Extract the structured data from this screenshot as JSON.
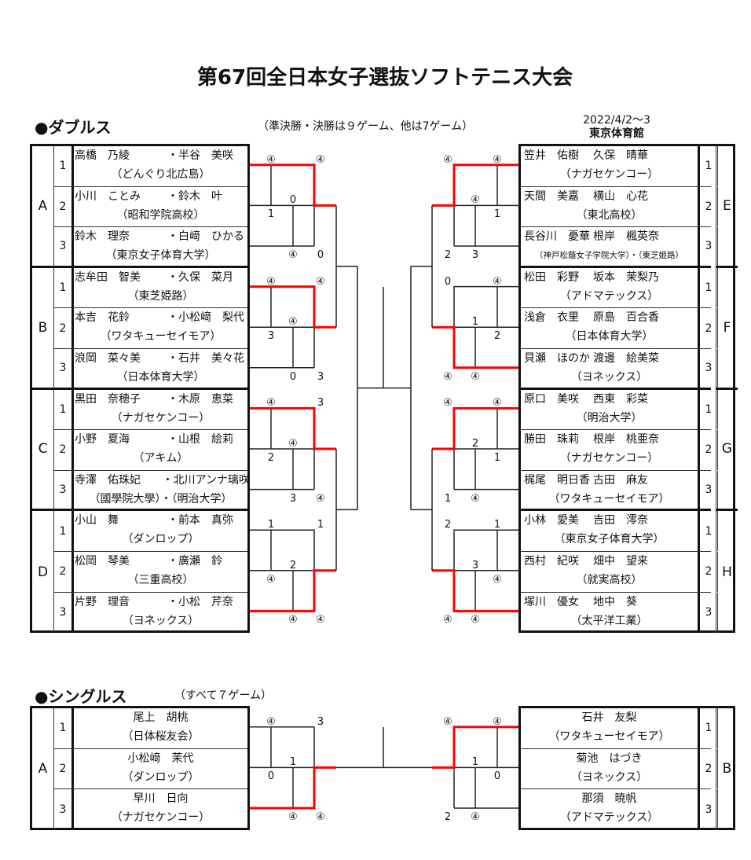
{
  "title": "第67回全日本女子選抜ソフトテニス大会",
  "date": "2022/4/2〜3",
  "venue": "東京体育館",
  "doubles": {
    "heading": "●ダブルス",
    "note": "（準決勝・決勝は９ゲーム、他は7ゲーム）",
    "left_groups": [
      {
        "label": "A",
        "winner": "top",
        "scores": [
          "④",
          "④",
          "0",
          "1",
          "④",
          "0"
        ],
        "entries": [
          {
            "seed": "1",
            "p1": "高橋　乃綾",
            "p2": "・半谷　美咲",
            "team": "（どんぐり北広島）"
          },
          {
            "seed": "2",
            "p1": "小川　ことみ",
            "p2": "・鈴木　叶",
            "team": "（昭和学院高校）"
          },
          {
            "seed": "3",
            "p1": "鈴木　理奈",
            "p2": "・白﨑　ひかる",
            "team": "（東京女子体育大学）"
          }
        ]
      },
      {
        "label": "B",
        "winner": "top",
        "scores": [
          "④",
          "④",
          "④",
          "3",
          "0",
          "3"
        ],
        "entries": [
          {
            "seed": "1",
            "p1": "志牟田　智美",
            "p2": "・久保　菜月",
            "team": "（東芝姫路）"
          },
          {
            "seed": "2",
            "p1": "本吉　花鈴",
            "p2": "・小松﨑　梨代",
            "team": "（ワタキューセイモア）"
          },
          {
            "seed": "3",
            "p1": "浪岡　菜々美",
            "p2": "・石井　美々花",
            "team": "（日本体育大学）"
          }
        ]
      },
      {
        "label": "C",
        "winner": "top",
        "scores": [
          "④",
          "3",
          "④",
          "2",
          "3",
          "④"
        ],
        "entries": [
          {
            "seed": "1",
            "p1": "黒田　奈穂子",
            "p2": "・木原　恵菜",
            "team": "（ナガセケンコー）"
          },
          {
            "seed": "2",
            "p1": "小野　夏海",
            "p2": "・山根　絵莉",
            "team": "（アキム）"
          },
          {
            "seed": "3",
            "p1": "寺澤　佑珠妃",
            "p2": "・北川アンナ璃咲",
            "team": "（國學院大學）・（明治大学）"
          }
        ]
      },
      {
        "label": "D",
        "winner": "bottom",
        "scores": [
          "1",
          "1",
          "2",
          "④",
          "④",
          "④"
        ],
        "entries": [
          {
            "seed": "1",
            "p1": "小山　舞",
            "p2": "・前本　真弥",
            "team": "（ダンロップ）"
          },
          {
            "seed": "2",
            "p1": "松岡　琴美",
            "p2": "・廣瀬　鈴",
            "team": "（三重高校）"
          },
          {
            "seed": "3",
            "p1": "片野　理音",
            "p2": "・小松　芹奈",
            "team": "（ヨネックス）"
          }
        ]
      }
    ],
    "right_groups": [
      {
        "label": "E",
        "winner": "top",
        "scores": [
          "④",
          "④",
          "④",
          "1",
          "3",
          "2"
        ],
        "entries": [
          {
            "seed": "1",
            "p1": "笠井　佑樹",
            "p2": "久保　晴華",
            "team": "（ナガセケンコー）"
          },
          {
            "seed": "2",
            "p1": "天間　美嘉",
            "p2": "横山　心花",
            "team": "（東北高校）"
          },
          {
            "seed": "3",
            "p1": "長谷川　憂華",
            "p2": "根岸　楓英奈",
            "team": "（神戸松蔭女子学院大学）・（東芝姫路）"
          }
        ]
      },
      {
        "label": "F",
        "winner": "bottom",
        "scores": [
          "④",
          "0",
          "1",
          "2",
          "④",
          "④"
        ],
        "entries": [
          {
            "seed": "1",
            "p1": "松田　彩野",
            "p2": "坂本　茉梨乃",
            "team": "（アドマテックス）"
          },
          {
            "seed": "2",
            "p1": "浅倉　衣里",
            "p2": "原島　百合香",
            "team": "（日本体育大学）"
          },
          {
            "seed": "3",
            "p1": "貝瀬　ほのか",
            "p2": "渡邊　絵美菜",
            "team": "（ヨネックス）"
          }
        ]
      },
      {
        "label": "G",
        "winner": "top",
        "scores": [
          "④",
          "④",
          "2",
          "1",
          "④",
          "1"
        ],
        "entries": [
          {
            "seed": "1",
            "p1": "原口　美咲",
            "p2": "西東　彩菜",
            "team": "（明治大学）"
          },
          {
            "seed": "2",
            "p1": "勝田　珠莉",
            "p2": "根岸　桃亜奈",
            "team": "（ナガセケンコー）"
          },
          {
            "seed": "3",
            "p1": "梶尾　明日香",
            "p2": "古田　麻友",
            "team": "（ワタキューセイモア）"
          }
        ]
      },
      {
        "label": "H",
        "winner": "bottom",
        "scores": [
          "1",
          "2",
          "3",
          "④",
          "④",
          "④"
        ],
        "entries": [
          {
            "seed": "1",
            "p1": "小林　愛美",
            "p2": "吉田　澪奈",
            "team": "（東京女子体育大学）"
          },
          {
            "seed": "2",
            "p1": "西村　紀咲",
            "p2": "畑中　望来",
            "team": "（就実高校）"
          },
          {
            "seed": "3",
            "p1": "塚川　優女",
            "p2": "地中　葵",
            "team": "（太平洋工業）"
          }
        ]
      }
    ]
  },
  "singles": {
    "heading": "●シングルス",
    "note": "（すべて７ゲーム）",
    "left_groups": [
      {
        "label": "A",
        "winner": "bottom",
        "scores": [
          "④",
          "3",
          "1",
          "0",
          "④",
          "④"
        ],
        "entries": [
          {
            "seed": "1",
            "p1": "尾上　胡桃",
            "team": "（日体桜友会）"
          },
          {
            "seed": "2",
            "p1": "小松﨑　茉代",
            "team": "（ダンロップ）"
          },
          {
            "seed": "3",
            "p1": "早川　日向",
            "team": "（ナガセケンコー）"
          }
        ]
      }
    ],
    "right_groups": [
      {
        "label": "B",
        "winner": "top",
        "scores": [
          "④",
          "④",
          "1",
          "0",
          "④",
          "2"
        ],
        "entries": [
          {
            "seed": "1",
            "p1": "石井　友梨",
            "team": "（ワタキューセイモア）"
          },
          {
            "seed": "2",
            "p1": "菊池　はづき",
            "team": "（ヨネックス）"
          },
          {
            "seed": "3",
            "p1": "那須　暁帆",
            "team": "（アドマテックス）"
          }
        ]
      }
    ]
  },
  "colors": {
    "winner_line": "#ff0000",
    "line": "#222222"
  }
}
